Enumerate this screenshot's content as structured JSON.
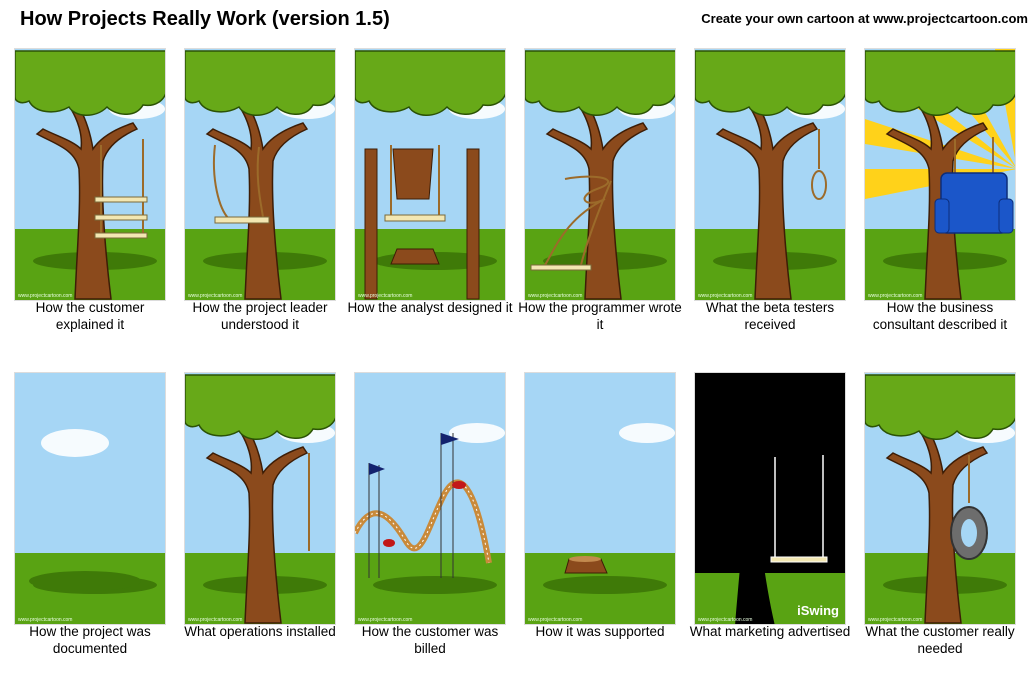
{
  "header": {
    "title": "How Projects Really Work (version 1.5)",
    "promo": "Create your own cartoon at www.projectcartoon.com"
  },
  "watermark": "www.projectcartoon.com",
  "colors": {
    "sky": "#a6d6f5",
    "grass": "#59a313",
    "foliage": "#67a918",
    "trunk": "#8b4a1c",
    "rope": "#9c6b2a",
    "seat": "#f3e7b2",
    "chair": "#1b56c9",
    "tire": "#6d6d6d",
    "coaster": "#c98a3a",
    "flag": "#13226e",
    "silhouette": "#000000",
    "sunburst": "#ffd21a"
  },
  "panels": [
    {
      "caption": "How the customer explained it",
      "scene": "ladder-swing"
    },
    {
      "caption": "How the project leader understood it",
      "scene": "board-on-trunk"
    },
    {
      "caption": "How the analyst designed it",
      "scene": "propped-tree"
    },
    {
      "caption": "How the programmer wrote it",
      "scene": "tangled-rope"
    },
    {
      "caption": "What the beta testers received",
      "scene": "noose"
    },
    {
      "caption": "How the business consultant described it",
      "scene": "armchair-swing"
    },
    {
      "caption": "How the project was documented",
      "scene": "empty-field"
    },
    {
      "caption": "What operations installed",
      "scene": "single-rope"
    },
    {
      "caption": "How the customer was billed",
      "scene": "roller-coaster"
    },
    {
      "caption": "How it was supported",
      "scene": "stump"
    },
    {
      "caption": "What marketing advertised",
      "scene": "silhouette-swing",
      "badge": "iSwing"
    },
    {
      "caption": "What the customer really needed",
      "scene": "tire-swing"
    }
  ]
}
